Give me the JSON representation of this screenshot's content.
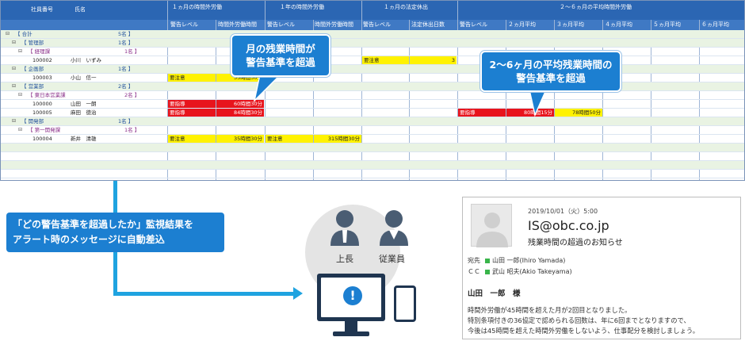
{
  "sheet": {
    "head": {
      "emp_no": "社員番号",
      "name": "氏名",
      "g1": "１ヵ月の時間外労働",
      "g2": "１年の時間外労働",
      "g3": "１ヵ月の法定休出",
      "g4": "２～６ヵ月の平均時間外労働",
      "s1": "警告レベル",
      "s2": "時間外労働時間",
      "s3": "警告レベル",
      "s4": "時間外労働時間",
      "s5": "警告レベル",
      "s6": "法定休出日数",
      "s7": "警告レベル",
      "s8": "２ヵ月平均",
      "s9": "３ヵ月平均",
      "s10": "４ヵ月平均",
      "s11": "５ヵ月平均",
      "s12": "６ヵ月平均"
    },
    "rows": [
      {
        "mark": "⊟",
        "label": "【 合計",
        "count": "5名 】"
      },
      {
        "mark": "⊟",
        "label": "【 管理部",
        "count": "1名 】"
      },
      {
        "mark": "⊟",
        "label": "【 経理課",
        "count": "1名 】"
      },
      {
        "emp": "100002",
        "name": "小川　いずみ",
        "g3_level": "要注意",
        "g3_days": "3"
      },
      {
        "mark": "⊟",
        "label": "【 企画部",
        "count": "1名 】"
      },
      {
        "emp": "100003",
        "name": "小山　信一",
        "m1_level": "要注意",
        "m1_hours": "35時間30分"
      },
      {
        "mark": "⊟",
        "label": "【 営業部",
        "count": "2名 】"
      },
      {
        "mark": "⊟",
        "label": "【 東日本営業課",
        "count": "2名 】"
      },
      {
        "emp": "100000",
        "name": "山田　一朗",
        "m1_level": "要指導",
        "m1_hours": "60時間30分"
      },
      {
        "emp": "100005",
        "name": "麻田　徳治",
        "m1_level": "要指導",
        "m1_hours": "84時間30分",
        "avg_level": "要指導",
        "avg2": "80時間15分",
        "avg3": "78時間50分"
      },
      {
        "mark": "⊟",
        "label": "【 開発部",
        "count": "1名 】"
      },
      {
        "mark": "⊟",
        "label": "【 第一開発課",
        "count": "1名 】"
      },
      {
        "emp": "100004",
        "name": "新井　清雄",
        "m1_level": "要注意",
        "m1_hours": "35時間30分",
        "y_level": "要注意",
        "y_hours": "315時間30分"
      }
    ]
  },
  "callouts": {
    "monthly_1": "月の残業時間が",
    "monthly_2": "警告基準を超過",
    "avg_1": "2～6ヶ月の平均残業時間の",
    "avg_2": "警告基準を超過"
  },
  "flow": {
    "line1": "「どの警告基準を超過したか」監視結果を",
    "line2": "アラート時のメッセージに自動差込"
  },
  "recipients": {
    "boss": "上長",
    "employee": "従業員"
  },
  "mail": {
    "date": "2019/10/01（火）5:00",
    "from": "IS@obc.co.jp",
    "subject": "残業時間の超過のお知らせ",
    "to_label": "宛先",
    "to": "山田 一郎(Ihiro Yamada)",
    "cc_label": "ＣＣ",
    "cc": "武山 昭夫(Akio Takeyama)",
    "salutation": "山田　一郎　様",
    "body1": "時間外労働が45時間を超えた月が2回目となりました。",
    "body2": "特別条項付きの36協定で認められる回数は、年に6回までとなりますので、",
    "body3": "今後は45時間を超えた時間外労働をしないよう、仕事配分を検討しましょう。"
  },
  "colors": {
    "header": "#2b66b3",
    "warn_yellow": "#fff200",
    "guide_red": "#e8141c",
    "callout_blue": "#1c7fd1",
    "flow_blue": "#1fa3e0"
  }
}
